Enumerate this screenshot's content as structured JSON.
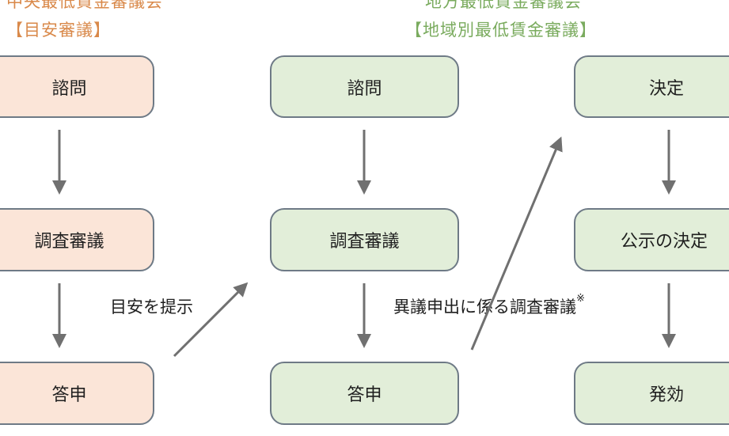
{
  "headers": {
    "left": {
      "title": "中央最低賃金審議会",
      "subtitle": "【目安審議】",
      "color": "#d9894a"
    },
    "right": {
      "title": "地方最低賃金審議会",
      "subtitle": "【地域別最低賃金審議】",
      "color": "#7aab5e"
    }
  },
  "columns": {
    "central": [
      "諮問",
      "調査審議",
      "答申"
    ],
    "local": [
      "諮問",
      "調査審議",
      "答申"
    ],
    "decision": [
      "決定",
      "公示の決定",
      "発効"
    ]
  },
  "labels": {
    "present_guideline": "目安を提示",
    "objection_review": "異議申出に係る調査審議",
    "objection_note_mark": "※"
  },
  "colors": {
    "central_fill": "#fbe5d8",
    "local_fill": "#e2eed9",
    "border": "#6e7a86",
    "arrow": "#707070"
  }
}
